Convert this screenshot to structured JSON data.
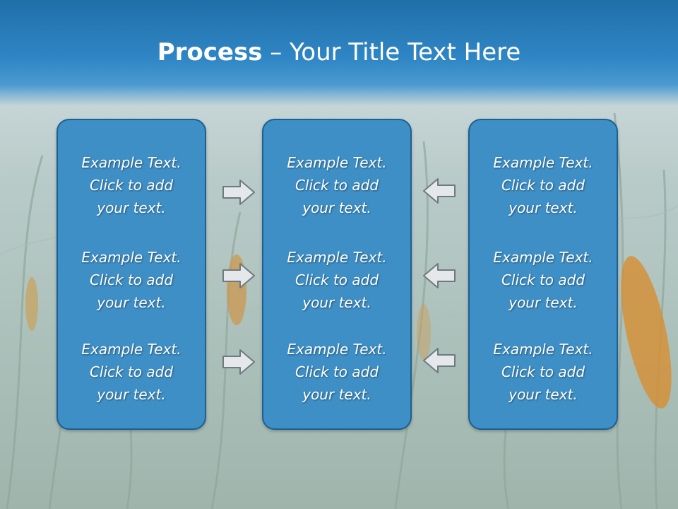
{
  "title": {
    "bold": "Process",
    "rest": " – Your Title Text Here"
  },
  "columns": [
    {
      "items": [
        "Example Text.\nClick  to add\nyour text.",
        "Example Text.\nClick  to add\nyour text.",
        "Example Text.\nClick  to add\nyour text."
      ]
    },
    {
      "items": [
        "Example Text.\nClick  to add\nyour text.",
        "Example Text.\nClick  to add\nyour text.",
        "Example Text.\nClick  to add\nyour text."
      ]
    },
    {
      "items": [
        "Example Text.\nClick  to add\nyour text.",
        "Example Text.\nClick  to add\nyour text.",
        "Example Text.\nClick  to add\nyour text."
      ]
    }
  ],
  "arrows": {
    "left_group": "right-arrow-icon",
    "right_group": "left-arrow-icon"
  },
  "colors": {
    "header": "#2f86c4",
    "box_fill": "#3e8fc6",
    "box_border": "#1d5f94",
    "text": "#ffffff",
    "arrow_fill": "#e4e8ea",
    "arrow_stroke": "#6d7a80"
  }
}
